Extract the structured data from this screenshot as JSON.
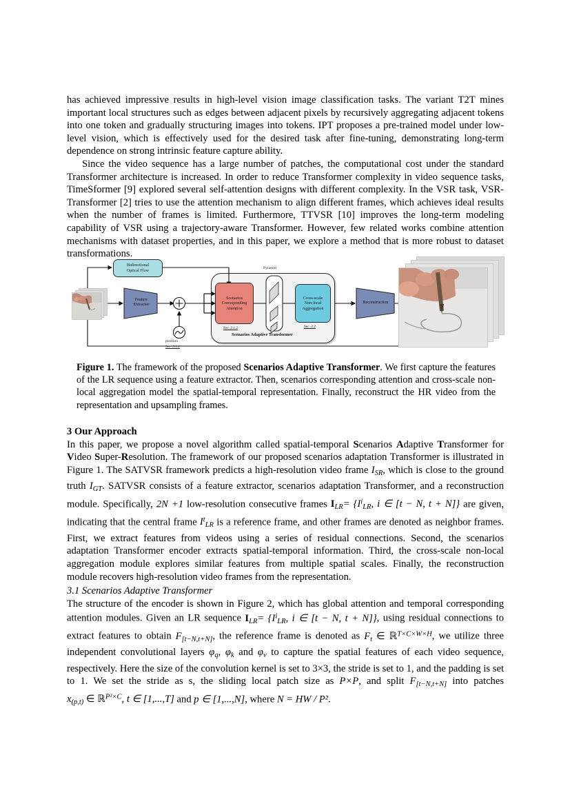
{
  "document": {
    "type": "academic-paper-page",
    "paragraphs": {
      "p1": "has achieved impressive results in high-level vision image classification tasks. The variant T2T mines important local structures such as edges between adjacent pixels by recursively aggregating adjacent tokens into one token and gradually structuring images into tokens. IPT proposes a pre-trained model under low-level vision, which is effectively used for the desired task after fine-tuning, demonstrating long-term dependence on strong intrinsic feature capture ability.",
      "p2": "Since the video sequence has a large number of patches, the computational cost under the standard Transformer architecture is increased. In order to reduce Transformer complexity in video sequence tasks, TimeSformer [9] explored several self-attention designs with different complexity. In the VSR task, VSR-Transformer [2] tries to use the attention mechanism to align different frames, which achieves ideal results when the number of frames is limited. Furthermore, TTVSR [10] improves the long-term modeling capability of VSR using a trajectory-aware Transformer. However, few related works combine attention mechanisms with dataset properties, and in this paper, we explore a method that is more robust to dataset transformations."
    },
    "figure": {
      "caption_label": "Figure 1.",
      "caption_pre": " The framework of the proposed ",
      "caption_bold": "Scenarios Adaptive Transformer",
      "caption_post": ". We first capture the features of the LR sequence using a feature extractor. Then, scenarios corresponding attention and cross-scale non-local aggregation model the spatial-temporal representation. Finally, reconstruct the HR video from the representation and upsampling frames.",
      "nodes": {
        "optical_flow": "Bidirectional\nOptical Flow",
        "optical_flow_l1": "Bidirectional",
        "optical_flow_l2": "Optical Flow",
        "feature_extractor_l1": "Feature",
        "feature_extractor_l2": "Extractor",
        "attention_l1": "Scenarios",
        "attention_l2": "Corresponding",
        "attention_l3": "Attention",
        "crossscale_l1": "Cross-scale",
        "crossscale_l2": "Non-local",
        "crossscale_l3": "Aggregation",
        "reconstruction": "Reconstruction",
        "pyramid": "Pyramid",
        "position": "position",
        "sec_position": "Sec. 3.1.1",
        "sec_attention": "Sec. 3.1.2",
        "sec_crossscale": "Sec. 3.2",
        "container_title": "Scenarios Adaptive Transformer"
      },
      "colors": {
        "attention_fill": "#e8837a",
        "crossscale_fill": "#6dcbe0",
        "optical_flow_fill": "#aadee4",
        "trapezoid_fill": "#7a8bb5",
        "container_fill": "#f2f2f2",
        "stroke": "#2b2b2b"
      }
    },
    "section3": {
      "heading": "3 Our Approach",
      "line1_a": "In this paper, we propose a novel algorithm called spatial-temporal ",
      "line1_S": "S",
      "line1_b": "cenarios ",
      "line1_A": "A",
      "line1_c": "daptive ",
      "line1_T": "T",
      "line1_d": "ransformer",
      "line2_a": "for ",
      "line2_V": "V",
      "line2_b": "ideo ",
      "line2_S": "S",
      "line2_c": "uper-",
      "line2_R": "R",
      "line2_d": "esolution. The framework of our proposed scenarios adaptation Transformer is illustrated in Figure 1. The SATVSR framework predicts a high-resolution video frame ",
      "math_ISR": "I",
      "math_ISR_sub": "SR",
      "line2_e": ", which is close to the ground truth ",
      "math_IGT": "I",
      "math_IGT_sub": "GT",
      "line2_f": ". SATVSR consists of a feature extractor, scenarios adaptation Transformer, and a reconstruction module. Specifically, ",
      "math_2N1": "2N +1",
      "line2_g": " low-resolution consecutive frames",
      "eq_ILR": "I",
      "eq_ILR_sub": "LR",
      "eq_body": "= {I",
      "eq_body_sup": "i",
      "eq_body_sub": "LR",
      "eq_body2": ", i ∈ [t − N, t + N]}",
      "line3_a": " are given, indicating that the central frame ",
      "math_ILRt": "I",
      "math_ILRt_sup": "t",
      "math_ILRt_sub": "LR",
      "line3_b": " is a reference frame, and other frames are denoted as neighbor frames. First, we extract features from videos using a series of residual connections. Second, the scenarios adaptation Transformer encoder extracts spatial-temporal information. Third, the cross-scale non-local aggregation module explores similar features from multiple spatial scales. Finally, the reconstruction module recovers high-resolution video frames from the representation."
    },
    "section31": {
      "heading": "3.1 Scenarios Adaptive Transformer",
      "line1": "The structure of the encoder is shown in Figure 2, which has global attention and temporal corresponding attention modules. Given an LR sequence ",
      "eq1_bold": "I",
      "eq1_sub": "LR",
      "eq1_rest": "= {I",
      "eq1_sup": "i",
      "eq1_sub2": "LR",
      "eq1_tail": ", i ∈ [t − N, t + N]}",
      "line2": ", using residual connections to extract features to obtain ",
      "eq2": "F",
      "eq2_sub": "[t−N,t+N]",
      "line3": ", the reference frame is denoted as ",
      "eq3": "F",
      "eq3_sub": "t",
      "eq3_in": " ∈ ",
      "eq3_R": "ℝ",
      "eq3_sup": "T×C×W×H",
      "line4": ", we utilize three independent convolutional layers ",
      "phi_q": "φ",
      "phi_q_sub": "q",
      "line5": ", ",
      "phi_k": "φ",
      "phi_k_sub": "k",
      "line6": " and ",
      "phi_v": "φ",
      "phi_v_sub": "v",
      "line7": " to capture the spatial features of each video sequence, respectively. Here the size of the convolution kernel is set to 3×3, the stride is set to 1, and the padding is set to 1. We set the stride as s, the sliding local patch size as ",
      "eq4": "P×P",
      "line8": ", and split ",
      "eq5": "F",
      "eq5_sub": "[t−N,t+N]",
      "line9": " into patches ",
      "eq6": "x",
      "eq6_sub": "(p,t)",
      "eq6_in": " ∈ ",
      "eq6_R": "ℝ",
      "eq6_sup": "P²×C",
      "eq6_tail": ", t ∈ [1,...,T]",
      "line10": " and ",
      "eq7": "p ∈ [1,...,N]",
      "line11": ", where ",
      "eq8": "N = HW / P²",
      "line12": "."
    }
  }
}
